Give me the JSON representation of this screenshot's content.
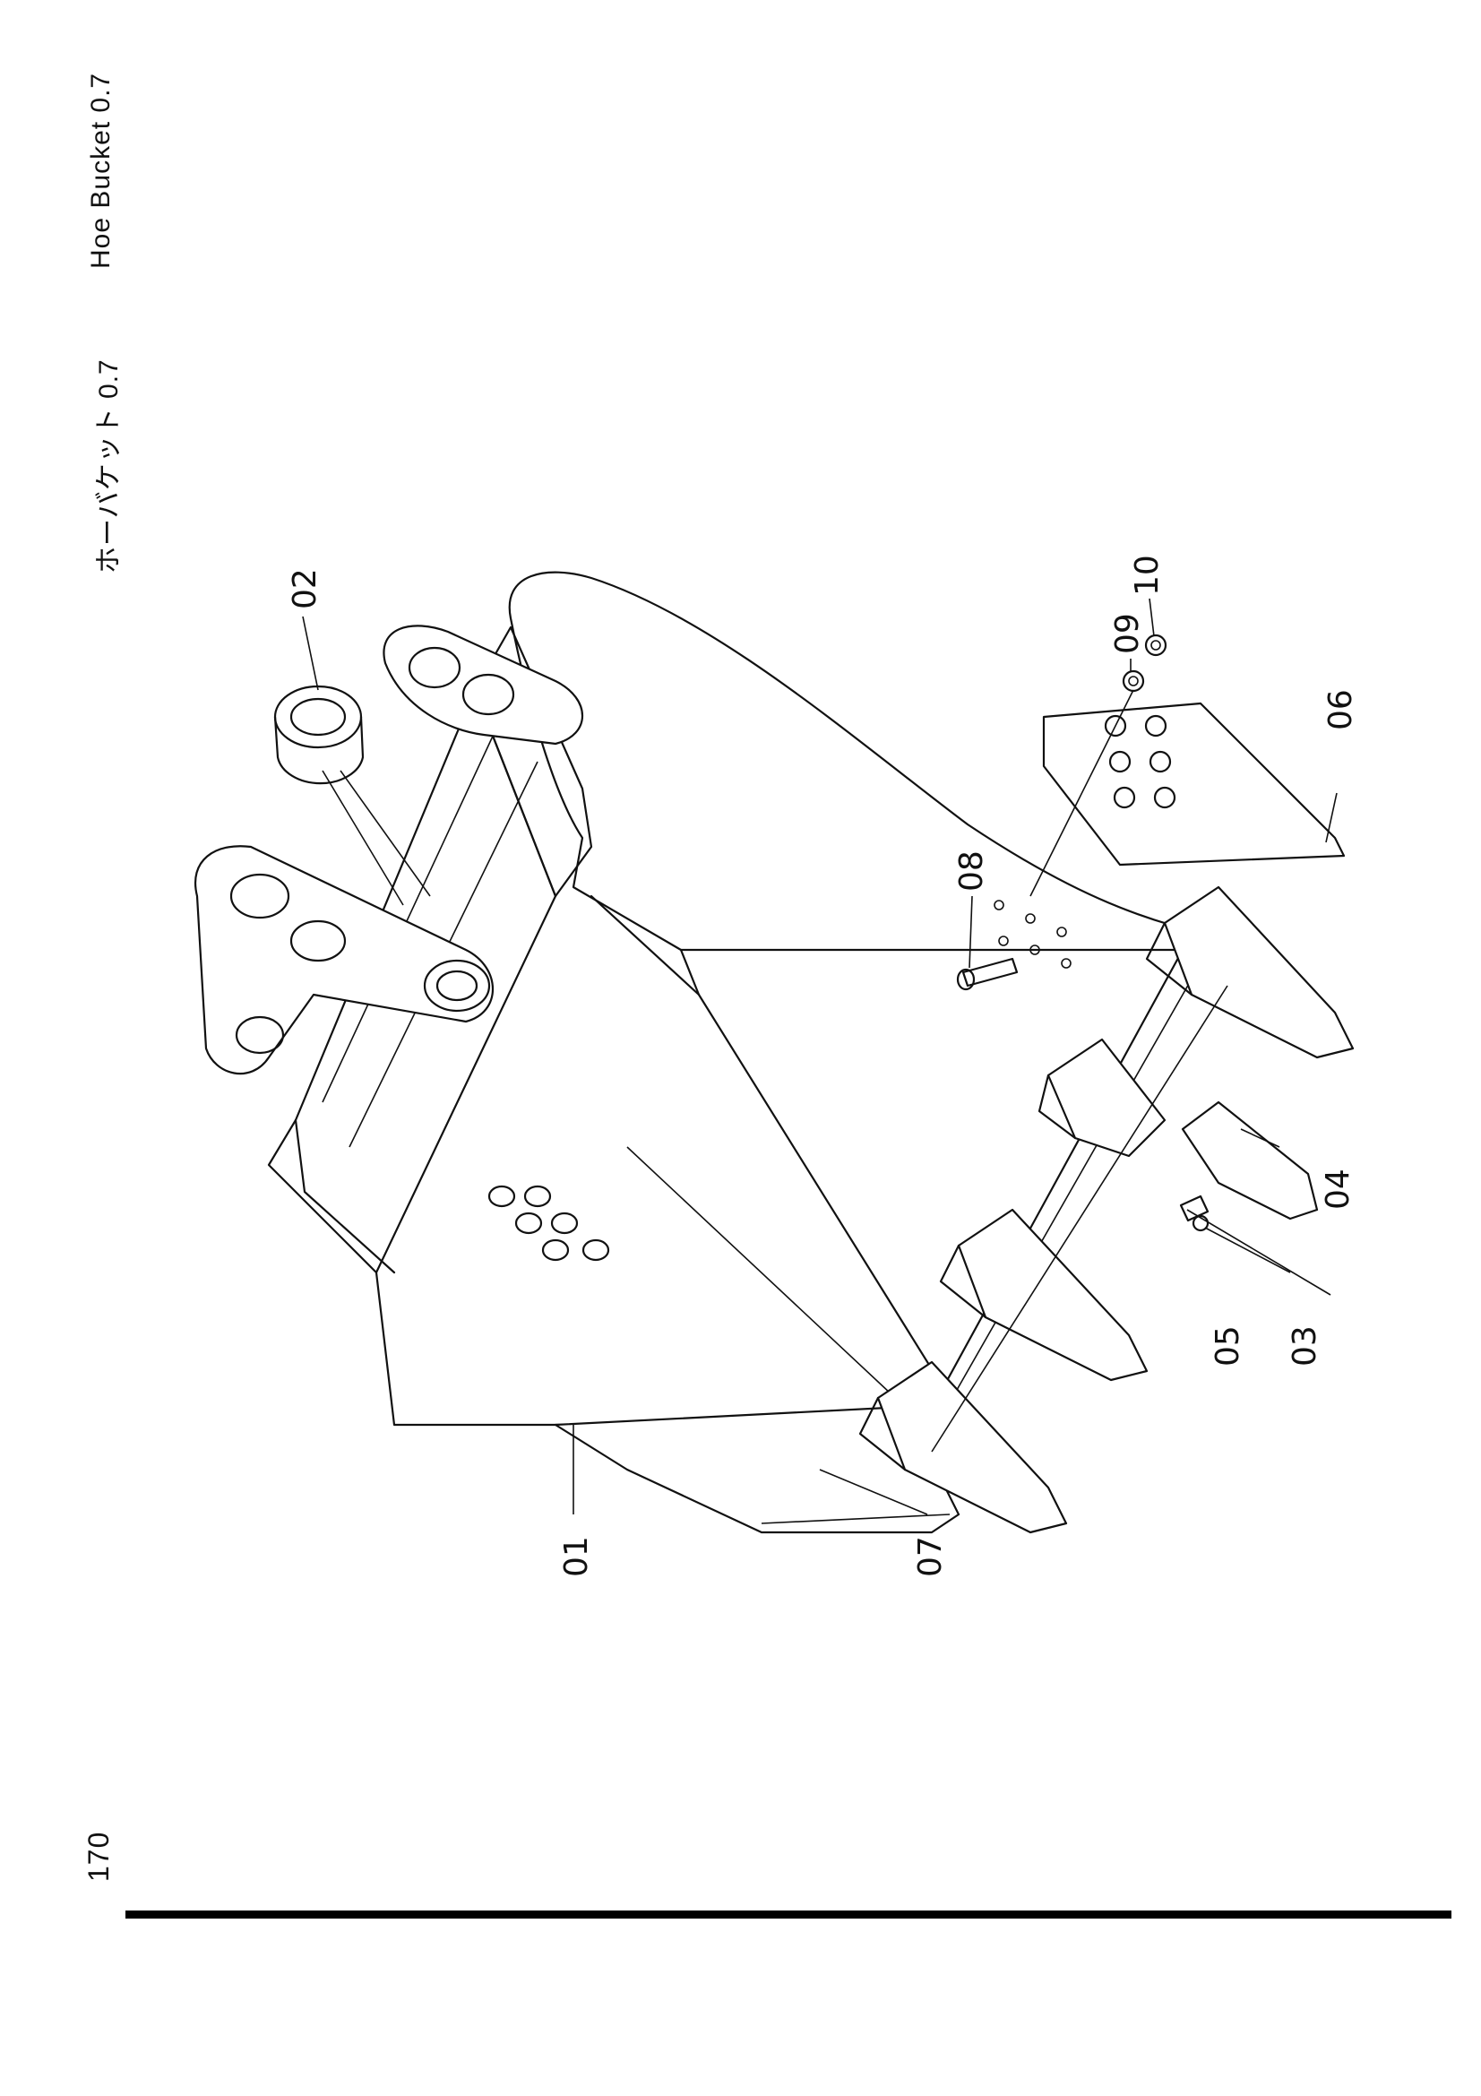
{
  "header": {
    "title_jp": "ホーバケット 0.7",
    "title_en": "Hoe Bucket 0.7"
  },
  "footer": {
    "page_number": "170"
  },
  "parts": [
    {
      "label": "01"
    },
    {
      "label": "02"
    },
    {
      "label": "03"
    },
    {
      "label": "04"
    },
    {
      "label": "05"
    },
    {
      "label": "06"
    },
    {
      "label": "07"
    },
    {
      "label": "08"
    },
    {
      "label": "09"
    },
    {
      "label": "10"
    }
  ]
}
